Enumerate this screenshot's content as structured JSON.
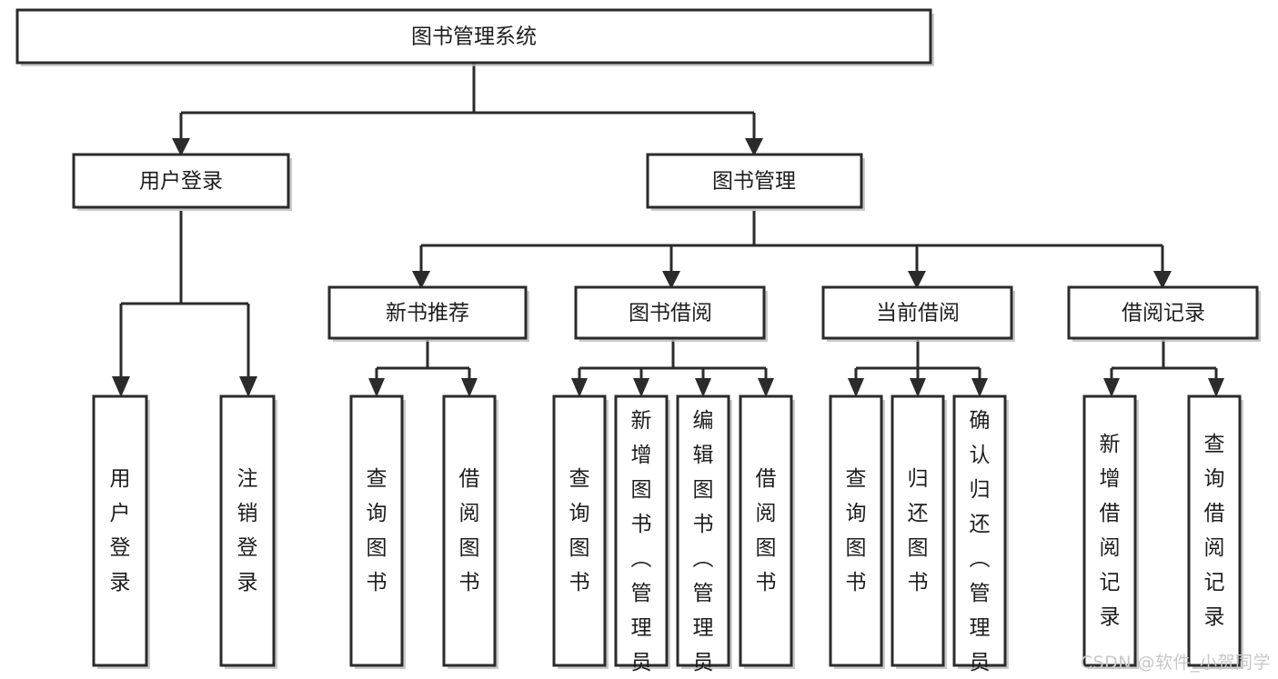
{
  "diagram": {
    "title": "图书管理系统",
    "type": "hierarchy-tree",
    "watermark": "CSDN @软件_小贺同学",
    "root": {
      "id": "root",
      "label": "图书管理系统"
    },
    "level2": [
      {
        "id": "user-login",
        "label": "用户登录"
      },
      {
        "id": "book-manage",
        "label": "图书管理"
      }
    ],
    "level3": [
      {
        "id": "new-book-recommend",
        "label": "新书推荐",
        "parent": "book-manage"
      },
      {
        "id": "book-borrow",
        "label": "图书借阅",
        "parent": "book-manage"
      },
      {
        "id": "current-borrow",
        "label": "当前借阅",
        "parent": "book-manage"
      },
      {
        "id": "borrow-record",
        "label": "借阅记录",
        "parent": "book-manage"
      }
    ],
    "leaves": [
      {
        "id": "leaf-user-login",
        "label": "用户登录",
        "parent": "user-login"
      },
      {
        "id": "leaf-logout",
        "label": "注销登录",
        "parent": "user-login"
      },
      {
        "id": "leaf-query-book-1",
        "label": "查询图书",
        "parent": "new-book-recommend"
      },
      {
        "id": "leaf-borrow-book-1",
        "label": "借阅图书",
        "parent": "new-book-recommend"
      },
      {
        "id": "leaf-query-book-2",
        "label": "查询图书",
        "parent": "book-borrow"
      },
      {
        "id": "leaf-add-book",
        "label": "新增图书（管理员）",
        "parent": "book-borrow"
      },
      {
        "id": "leaf-edit-book",
        "label": "编辑图书（管理员）",
        "parent": "book-borrow"
      },
      {
        "id": "leaf-borrow-book-2",
        "label": "借阅图书",
        "parent": "book-borrow"
      },
      {
        "id": "leaf-query-book-3",
        "label": "查询图书",
        "parent": "current-borrow"
      },
      {
        "id": "leaf-return-book",
        "label": "归还图书",
        "parent": "current-borrow"
      },
      {
        "id": "leaf-confirm-return",
        "label": "确认归还（管理员）",
        "parent": "current-borrow"
      },
      {
        "id": "leaf-add-record",
        "label": "新增借阅记录",
        "parent": "borrow-record"
      },
      {
        "id": "leaf-query-record",
        "label": "查询借阅记录",
        "parent": "borrow-record"
      }
    ],
    "colors": {
      "box_stroke": "#2b2b2b",
      "box_fill": "#ffffff",
      "connector": "#2b2b2b",
      "text": "#1d1d1d",
      "watermark": "#c8c8c8",
      "background": "#ffffff"
    }
  }
}
